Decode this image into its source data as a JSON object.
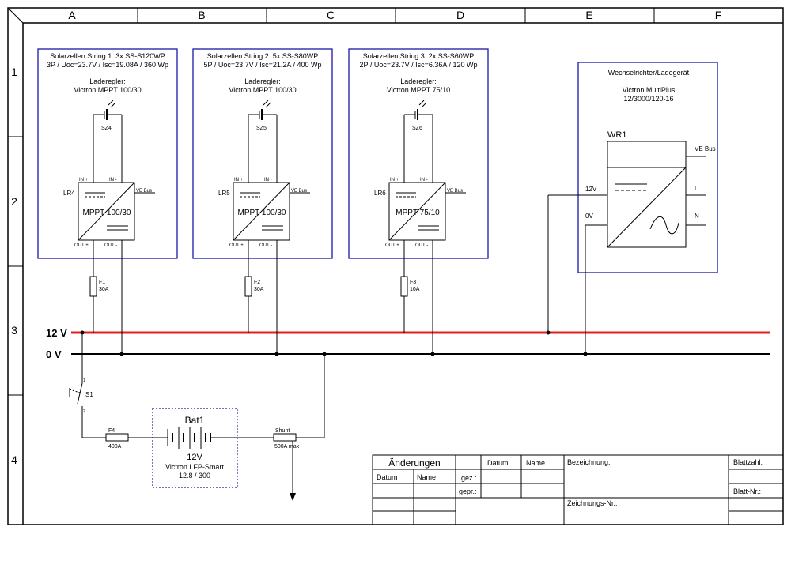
{
  "grid": {
    "columns": [
      "A",
      "B",
      "C",
      "D",
      "E",
      "F"
    ],
    "rows": [
      "1",
      "2",
      "3",
      "4"
    ]
  },
  "colors": {
    "line": "#000000",
    "bus_positive": "#e02020",
    "box_solid": "#1a1aa8",
    "box_dotted": "#1a1aa8"
  },
  "strings": [
    {
      "title1": "Solarzellen String 1: 3x SS-S120WP",
      "title2": "3P / Uoc=23.7V / Isc=19.08A / 360 Wp",
      "reg_label": "Laderegler:",
      "reg_model": "Victron MPPT 100/30",
      "panel": "SZ4",
      "ctrl_id": "LR4",
      "ctrl_name": "MPPT 100/30",
      "fuse_id": "F1",
      "fuse_rating": "30A"
    },
    {
      "title1": "Solarzellen String 2: 5x SS-S80WP",
      "title2": "5P / Uoc=23.7V / Isc=21.2A / 400 Wp",
      "reg_label": "Laderegler:",
      "reg_model": "Victron MPPT 100/30",
      "panel": "SZ5",
      "ctrl_id": "LR5",
      "ctrl_name": "MPPT 100/30",
      "fuse_id": "F2",
      "fuse_rating": "30A"
    },
    {
      "title1": "Solarzellen String 3: 2x SS-S60WP",
      "title2": "2P / Uoc=23.7V / Isc=6.36A / 120 Wp",
      "reg_label": "Laderegler:",
      "reg_model": "Victron MPPT 75/10",
      "panel": "SZ6",
      "ctrl_id": "LR6",
      "ctrl_name": "MPPT 75/10",
      "fuse_id": "F3",
      "fuse_rating": "10A"
    }
  ],
  "ctrl_pins": {
    "in_plus": "IN +",
    "in_minus": "IN -",
    "out_plus": "OUT +",
    "out_minus": "OUT -",
    "bus": "VE Bus"
  },
  "inverter": {
    "title": "Wechselrichter/Ladegerät",
    "model1": "Victron MultiPlus",
    "model2": "12/3000/120-16",
    "id": "WR1",
    "pin_12v": "12V",
    "pin_0v": "0V",
    "pin_bus": "VE Bus",
    "pin_l": "L",
    "pin_n": "N"
  },
  "busbars": {
    "positive": "12 V",
    "negative": "0 V"
  },
  "switch": {
    "id": "S1",
    "pin1": "1",
    "pin2": "2"
  },
  "fuse4": {
    "id": "F4",
    "rating": "400A"
  },
  "battery": {
    "id": "Bat1",
    "voltage": "12V",
    "model1": "Victron LFP-Smart",
    "model2": "12.8 / 300"
  },
  "shunt": {
    "id": "Shunt",
    "rating": "500A max"
  },
  "title_block": {
    "changes": "Änderungen",
    "datum": "Datum",
    "name": "Name",
    "gez": "gez.:",
    "gepr": "gepr.:",
    "bezeichnung": "Bezeichnung:",
    "zeichnungs_nr": "Zeichnungs-Nr.:",
    "blattzahl": "Blattzahl:",
    "blatt_nr": "Blatt-Nr.:"
  }
}
